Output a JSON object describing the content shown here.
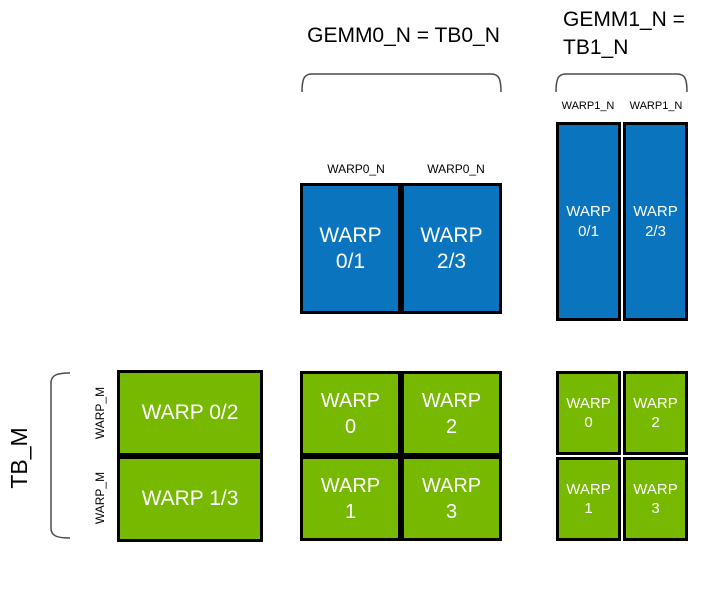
{
  "colors": {
    "blue": "#0B74BE",
    "green": "#76B900",
    "border": "#000000",
    "bracket": "#4a4a4a",
    "text_dark": "#1a1a1a",
    "text_light": "#ffffff"
  },
  "titles": {
    "gemm0": "GEMM0_N = TB0_N",
    "gemm1_line1": "GEMM1_N =",
    "gemm1_line2": "TB1_N",
    "tb_m": "TB_M"
  },
  "axis_labels": {
    "warp0_n_left": "WARP0_N",
    "warp0_n_right": "WARP0_N",
    "warp1_n_left": "WARP1_N",
    "warp1_n_right": "WARP1_N",
    "warp_m_top": "WARP_M",
    "warp_m_bottom": "WARP_M"
  },
  "groups": {
    "blue_mid": {
      "cells": [
        {
          "line1": "WARP",
          "line2": "0/1"
        },
        {
          "line1": "WARP",
          "line2": "2/3"
        }
      ]
    },
    "blue_right": {
      "cells": [
        {
          "line1": "WARP",
          "line2": "0/1"
        },
        {
          "line1": "WARP",
          "line2": "2/3"
        }
      ]
    },
    "green_left": {
      "cells": [
        {
          "text": "WARP 0/2"
        },
        {
          "text": "WARP 1/3"
        }
      ]
    },
    "green_mid": {
      "cells": [
        {
          "line1": "WARP",
          "line2": "0"
        },
        {
          "line1": "WARP",
          "line2": "2"
        },
        {
          "line1": "WARP",
          "line2": "1"
        },
        {
          "line1": "WARP",
          "line2": "3"
        }
      ]
    },
    "green_right": {
      "cells": [
        {
          "line1": "WARP",
          "line2": "0"
        },
        {
          "line1": "WARP",
          "line2": "2"
        },
        {
          "line1": "WARP",
          "line2": "1"
        },
        {
          "line1": "WARP",
          "line2": "3"
        }
      ]
    }
  }
}
